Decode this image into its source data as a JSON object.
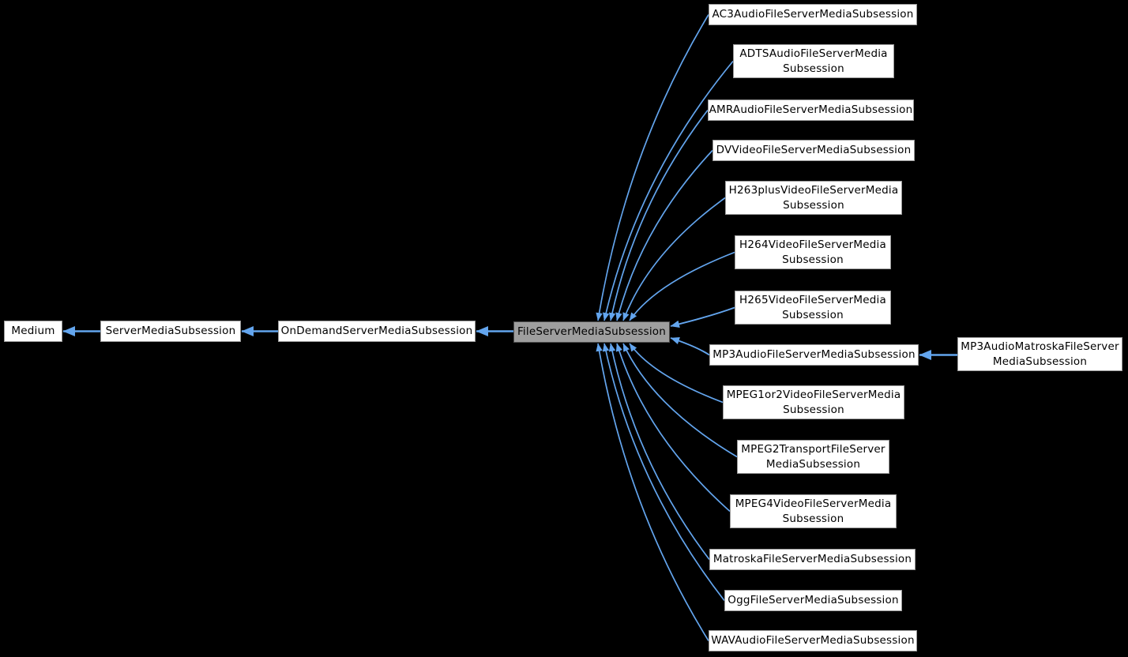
{
  "diagram_type": "class-inheritance-graph",
  "colors": {
    "background": "#000000",
    "node_bg": "#ffffff",
    "node_border": "#9a9a9a",
    "highlight_bg": "#9e9e9e",
    "highlight_border": "#4c4c4c",
    "text": "#000000",
    "arrow": "#63a5ee"
  },
  "nodes": {
    "medium": {
      "label": "Medium"
    },
    "serverMediaSubsession": {
      "label": "ServerMediaSubsession"
    },
    "onDemandServerMediaSubsession": {
      "label": "OnDemandServerMediaSubsession"
    },
    "fileServerMediaSubsession": {
      "label": "FileServerMediaSubsession",
      "highlighted": true
    },
    "ac3": {
      "label": "AC3AudioFileServerMediaSubsession"
    },
    "adts": {
      "label": "ADTSAudioFileServerMedia\nSubsession"
    },
    "amr": {
      "label": "AMRAudioFileServerMediaSubsession"
    },
    "dv": {
      "label": "DVVideoFileServerMediaSubsession"
    },
    "h263": {
      "label": "H263plusVideoFileServerMedia\nSubsession"
    },
    "h264": {
      "label": "H264VideoFileServerMedia\nSubsession"
    },
    "h265": {
      "label": "H265VideoFileServerMedia\nSubsession"
    },
    "mp3": {
      "label": "MP3AudioFileServerMediaSubsession"
    },
    "mpeg1or2": {
      "label": "MPEG1or2VideoFileServerMedia\nSubsession"
    },
    "mpeg2ts": {
      "label": "MPEG2TransportFileServer\nMediaSubsession"
    },
    "mpeg4": {
      "label": "MPEG4VideoFileServerMedia\nSubsession"
    },
    "matroska": {
      "label": "MatroskaFileServerMediaSubsession"
    },
    "ogg": {
      "label": "OggFileServerMediaSubsession"
    },
    "wav": {
      "label": "WAVAudioFileServerMediaSubsession"
    },
    "mp3matroska": {
      "label": "MP3AudioMatroskaFileServer\nMediaSubsession"
    }
  },
  "edges": [
    {
      "from": "serverMediaSubsession",
      "to": "medium"
    },
    {
      "from": "onDemandServerMediaSubsession",
      "to": "serverMediaSubsession"
    },
    {
      "from": "fileServerMediaSubsession",
      "to": "onDemandServerMediaSubsession"
    },
    {
      "from": "ac3",
      "to": "fileServerMediaSubsession"
    },
    {
      "from": "adts",
      "to": "fileServerMediaSubsession"
    },
    {
      "from": "amr",
      "to": "fileServerMediaSubsession"
    },
    {
      "from": "dv",
      "to": "fileServerMediaSubsession"
    },
    {
      "from": "h263",
      "to": "fileServerMediaSubsession"
    },
    {
      "from": "h264",
      "to": "fileServerMediaSubsession"
    },
    {
      "from": "h265",
      "to": "fileServerMediaSubsession"
    },
    {
      "from": "mp3",
      "to": "fileServerMediaSubsession"
    },
    {
      "from": "mpeg1or2",
      "to": "fileServerMediaSubsession"
    },
    {
      "from": "mpeg2ts",
      "to": "fileServerMediaSubsession"
    },
    {
      "from": "mpeg4",
      "to": "fileServerMediaSubsession"
    },
    {
      "from": "matroska",
      "to": "fileServerMediaSubsession"
    },
    {
      "from": "ogg",
      "to": "fileServerMediaSubsession"
    },
    {
      "from": "wav",
      "to": "fileServerMediaSubsession"
    },
    {
      "from": "mp3matroska",
      "to": "mp3"
    }
  ]
}
